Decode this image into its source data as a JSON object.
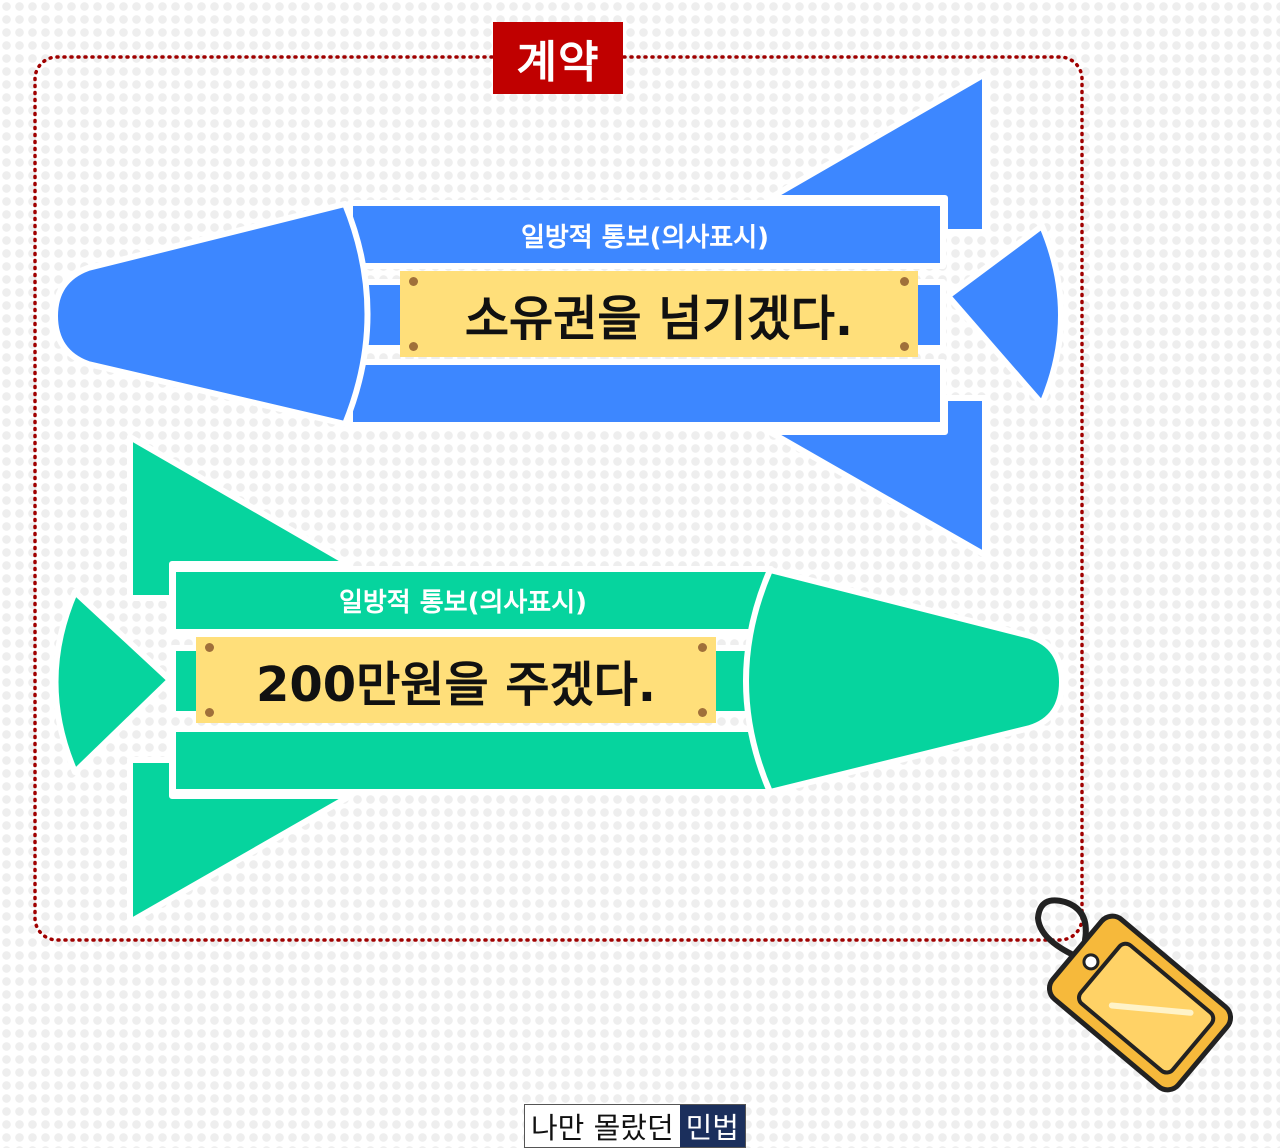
{
  "title": "계약",
  "rockets": [
    {
      "subtitle": "일방적 통보(의사표시)",
      "text": "소유권을 넘기겠다.",
      "color": "#3d87ff"
    },
    {
      "subtitle": "일방적 통보(의사표시)",
      "text": "200만원을 주겠다.",
      "color": "#06d49e"
    }
  ],
  "footer": {
    "part1": "나만 몰랐던",
    "part2": "민법"
  },
  "colors": {
    "frame": "#a00000",
    "badge": "#c00000",
    "plaque": "#ffdf7a",
    "tag": "#f6b93b"
  }
}
